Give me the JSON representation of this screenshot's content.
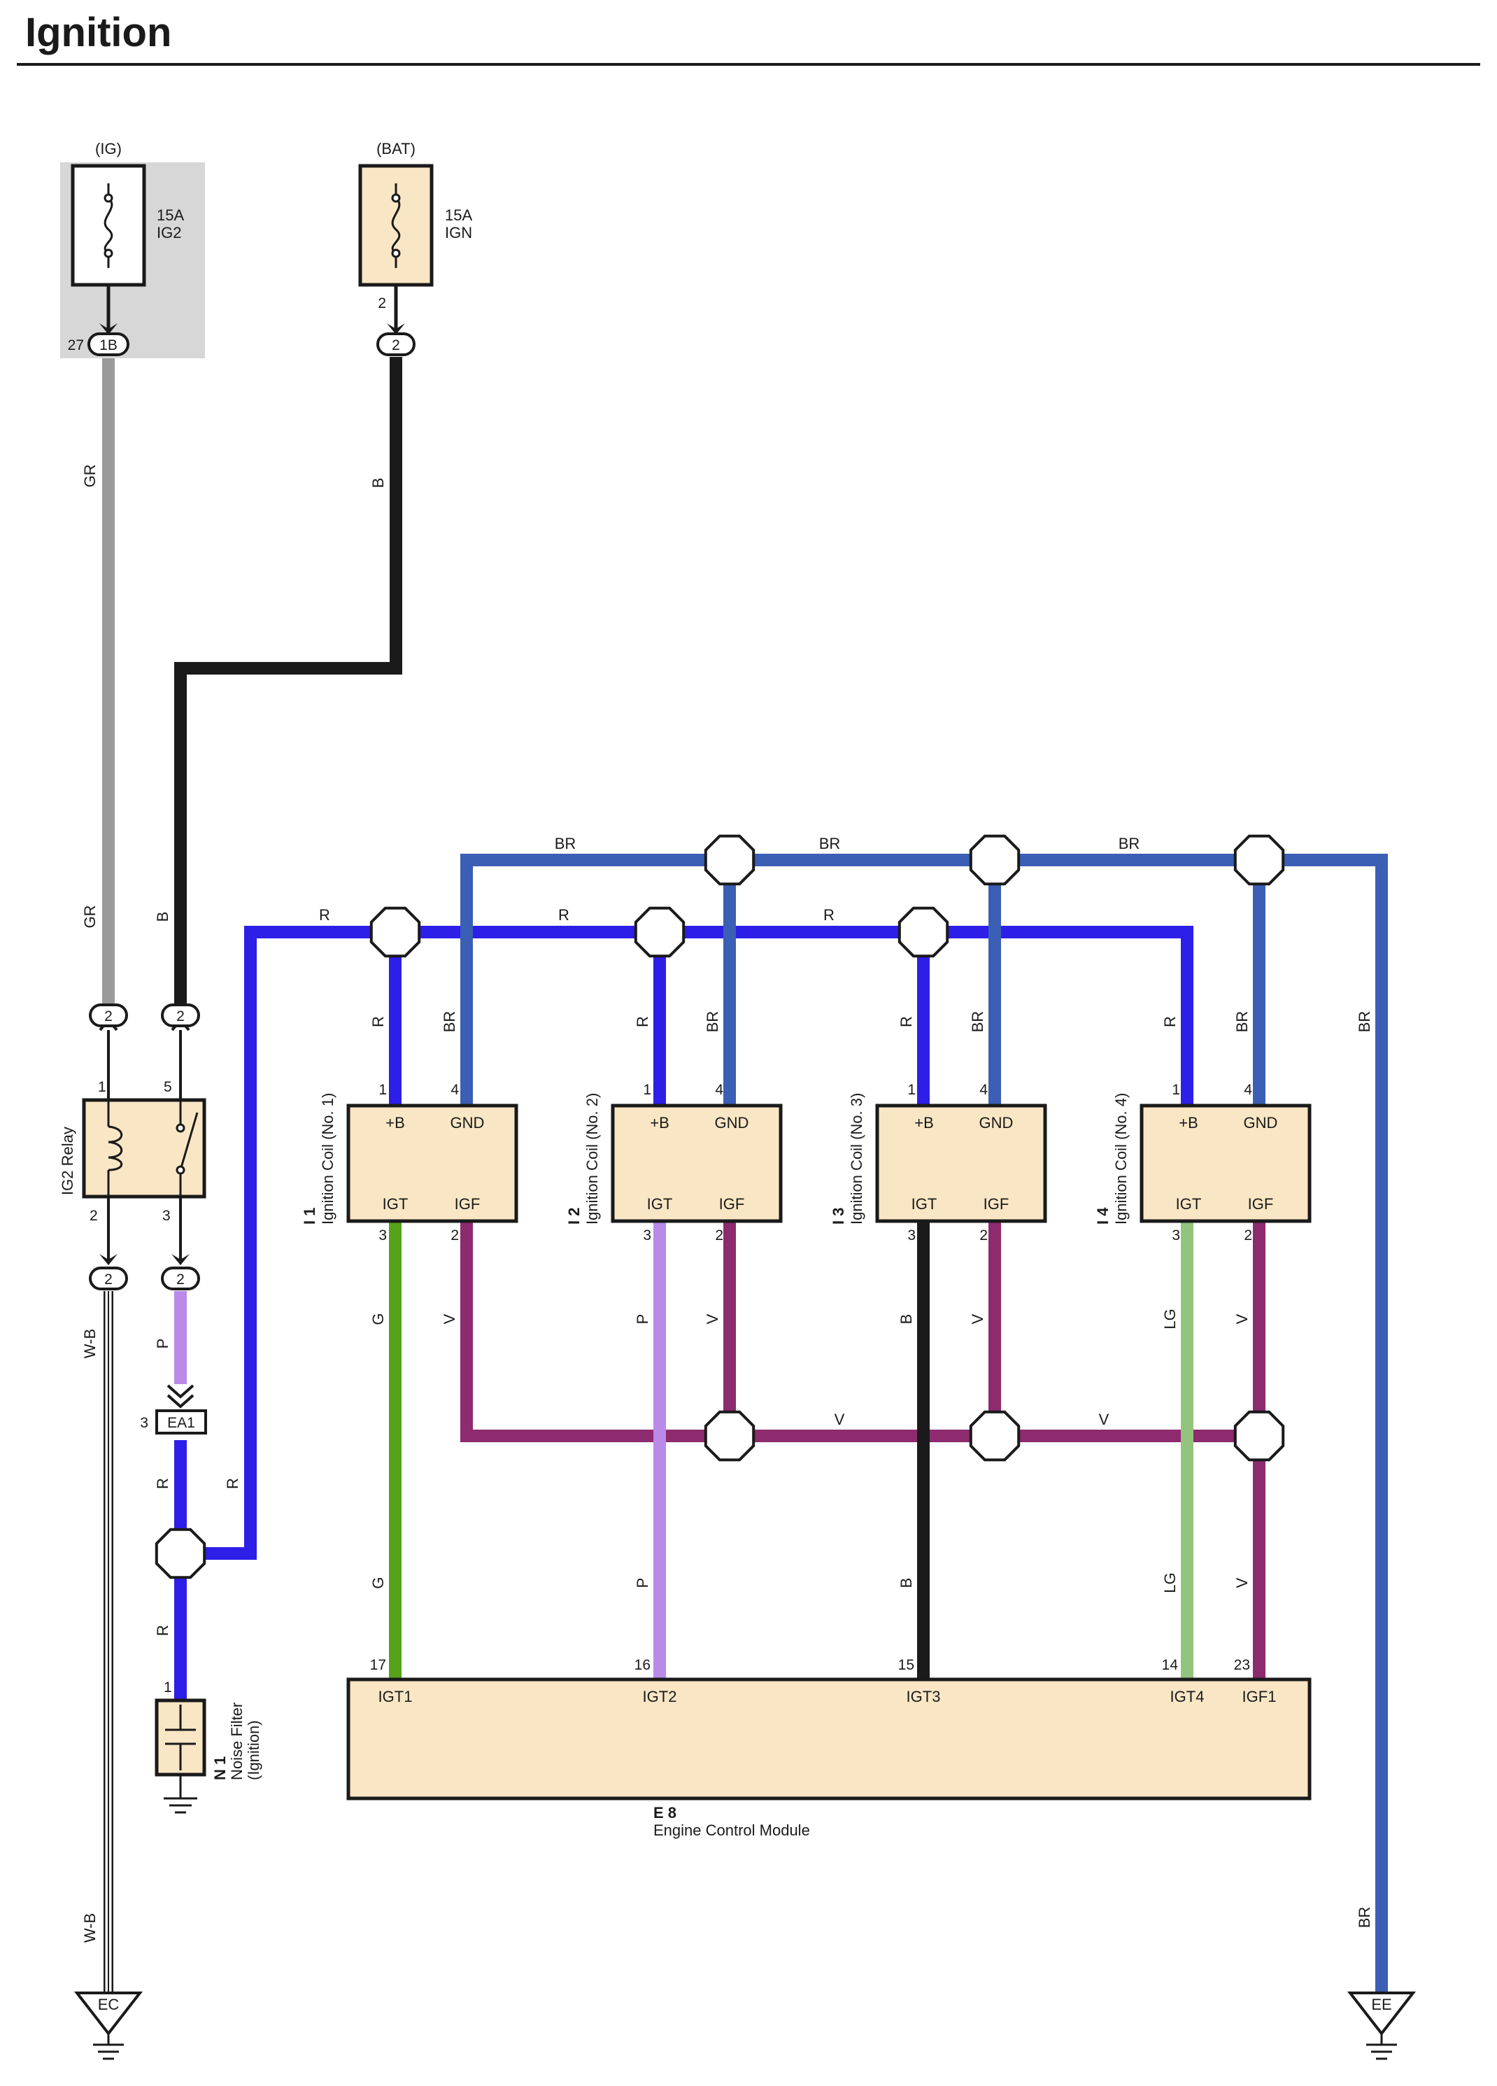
{
  "title": "Ignition",
  "colors": {
    "gray": "#9a9a9a",
    "black": "#1a1a1a",
    "blue": "#2d1ee8",
    "steel_blue": "#3a5fb5",
    "violet": "#8e2a6e",
    "green": "#55a318",
    "pink": "#b98ae8",
    "light_green": "#93c47d",
    "beige": "#f9e6c4",
    "shade": "#d7d7d7"
  },
  "fuses": [
    {
      "source": "(IG)",
      "rating": "15A",
      "name": "IG2",
      "connector": "1B",
      "pin": "27"
    },
    {
      "source": "(BAT)",
      "rating": "15A",
      "name": "IGN",
      "connector": "2",
      "pin": "2"
    }
  ],
  "wire_labels": {
    "gr": "GR",
    "b": "B",
    "r": "R",
    "br": "BR",
    "wb": "W-B",
    "p": "P",
    "g": "G",
    "v": "V",
    "lg": "LG"
  },
  "relay": {
    "name": "IG2 Relay",
    "pins": [
      "1",
      "5",
      "2",
      "3"
    ]
  },
  "junction_connector": "2",
  "connector_ea1": {
    "name": "EA1",
    "pin": "3"
  },
  "noise_filter": {
    "code": "N 1",
    "name": "Noise Filter",
    "sub": "(Ignition)",
    "pin": "1"
  },
  "coils": [
    {
      "code": "I 1",
      "name": "Ignition Coil (No. 1)"
    },
    {
      "code": "I 2",
      "name": "Ignition Coil (No. 2)"
    },
    {
      "code": "I 3",
      "name": "Ignition Coil (No. 3)"
    },
    {
      "code": "I 4",
      "name": "Ignition Coil (No. 4)"
    }
  ],
  "coil_terminals": {
    "b": "+B",
    "gnd": "GND",
    "igt": "IGT",
    "igf": "IGF",
    "pin_b": "1",
    "pin_gnd": "4",
    "pin_igt": "3",
    "pin_igf": "2"
  },
  "ecm": {
    "code": "E 8",
    "name": "Engine Control Module",
    "terminals": [
      {
        "label": "IGT1",
        "pin": "17"
      },
      {
        "label": "IGT2",
        "pin": "16"
      },
      {
        "label": "IGT3",
        "pin": "15"
      },
      {
        "label": "IGT4",
        "pin": "14"
      },
      {
        "label": "IGF1",
        "pin": "23"
      }
    ]
  },
  "grounds": [
    "EC",
    "EE"
  ]
}
